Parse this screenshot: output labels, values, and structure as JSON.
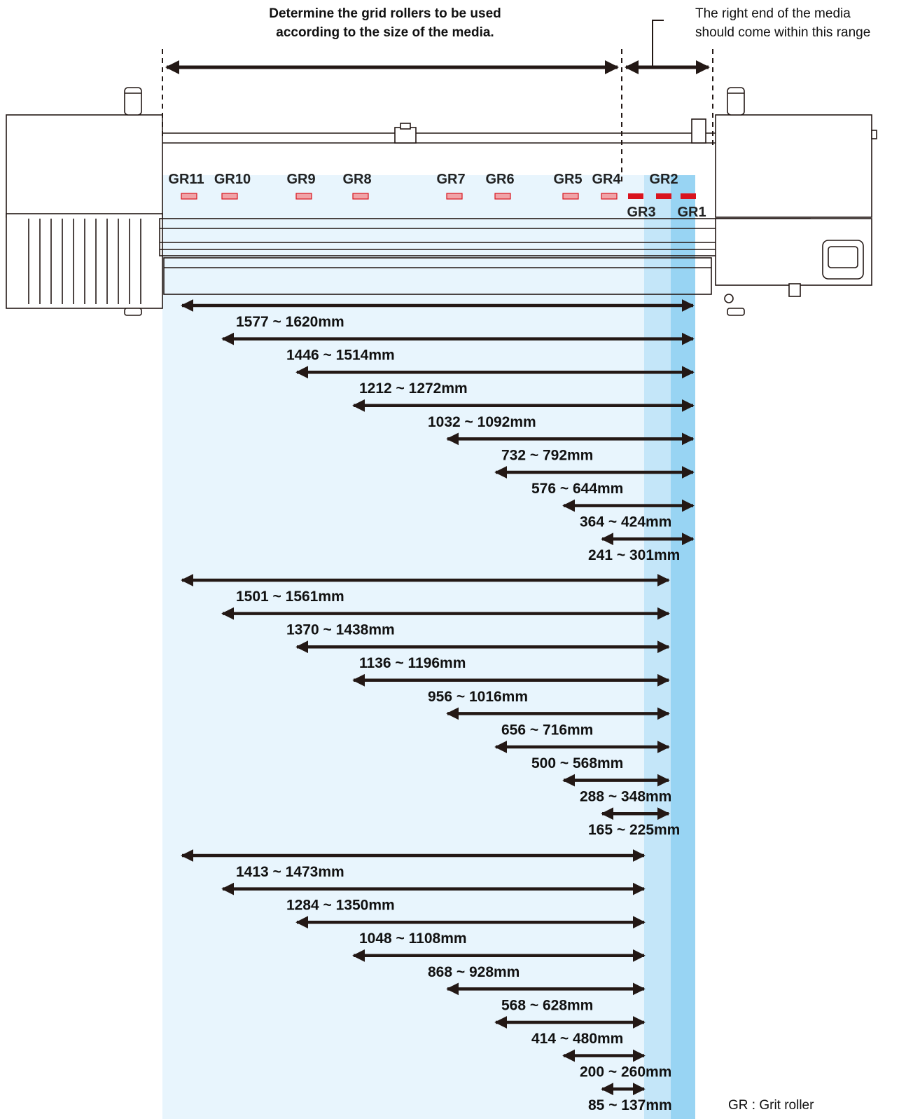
{
  "header": {
    "left_line1": "Determine the grid rollers to be used",
    "left_line2": "according to the size of the media.",
    "right_line1": "The right end of the media",
    "right_line2": "should come within this range"
  },
  "legend": "GR : Grit roller",
  "colors": {
    "zone_light": "#e8f5fd",
    "zone_mid": "#c4e6f9",
    "zone_dark": "#98d4f3",
    "roller_red": "#d9141e",
    "roller_pink": "#f0a3a7",
    "arrow": "#231815"
  },
  "grit_rollers": [
    {
      "id": "GR11",
      "label": "GR11",
      "style": "outline"
    },
    {
      "id": "GR10",
      "label": "GR10",
      "style": "outline"
    },
    {
      "id": "GR9",
      "label": "GR9",
      "style": "outline"
    },
    {
      "id": "GR8",
      "label": "GR8",
      "style": "outline"
    },
    {
      "id": "GR7",
      "label": "GR7",
      "style": "outline"
    },
    {
      "id": "GR6",
      "label": "GR6",
      "style": "outline"
    },
    {
      "id": "GR5",
      "label": "GR5",
      "style": "outline"
    },
    {
      "id": "GR4",
      "label": "GR4",
      "style": "outline"
    },
    {
      "id": "GR3",
      "label": "GR3",
      "style": "solid"
    },
    {
      "id": "GR2",
      "label": "GR2",
      "style": "solid"
    },
    {
      "id": "GR1",
      "label": "GR1",
      "style": "solid"
    }
  ],
  "range_groups": [
    {
      "right_end_roller": "GR1",
      "ranges": [
        {
          "left_roller": "GR11",
          "label": "1577 ~ 1620mm"
        },
        {
          "left_roller": "GR10",
          "label": "1446 ~ 1514mm"
        },
        {
          "left_roller": "GR9",
          "label": "1212 ~ 1272mm"
        },
        {
          "left_roller": "GR8",
          "label": "1032 ~ 1092mm"
        },
        {
          "left_roller": "GR7",
          "label": "732 ~ 792mm"
        },
        {
          "left_roller": "GR6",
          "label": "576 ~ 644mm"
        },
        {
          "left_roller": "GR5",
          "label": "364 ~ 424mm"
        },
        {
          "left_roller": "GR4",
          "label": "241 ~ 301mm"
        }
      ]
    },
    {
      "right_end_roller": "GR2",
      "ranges": [
        {
          "left_roller": "GR11",
          "label": "1501 ~ 1561mm"
        },
        {
          "left_roller": "GR10",
          "label": "1370 ~ 1438mm"
        },
        {
          "left_roller": "GR9",
          "label": "1136 ~ 1196mm"
        },
        {
          "left_roller": "GR8",
          "label": "956 ~ 1016mm"
        },
        {
          "left_roller": "GR7",
          "label": "656 ~ 716mm"
        },
        {
          "left_roller": "GR6",
          "label": "500 ~ 568mm"
        },
        {
          "left_roller": "GR5",
          "label": "288 ~ 348mm"
        },
        {
          "left_roller": "GR4",
          "label": "165 ~ 225mm"
        }
      ]
    },
    {
      "right_end_roller": "GR3",
      "ranges": [
        {
          "left_roller": "GR11",
          "label": "1413 ~ 1473mm"
        },
        {
          "left_roller": "GR10",
          "label": "1284 ~ 1350mm"
        },
        {
          "left_roller": "GR9",
          "label": "1048 ~ 1108mm"
        },
        {
          "left_roller": "GR8",
          "label": "868 ~ 928mm"
        },
        {
          "left_roller": "GR7",
          "label": "568 ~ 628mm"
        },
        {
          "left_roller": "GR6",
          "label": "414 ~ 480mm"
        },
        {
          "left_roller": "GR5",
          "label": "200 ~ 260mm"
        },
        {
          "left_roller": "GR4",
          "label": "85 ~ 137mm"
        }
      ]
    }
  ]
}
